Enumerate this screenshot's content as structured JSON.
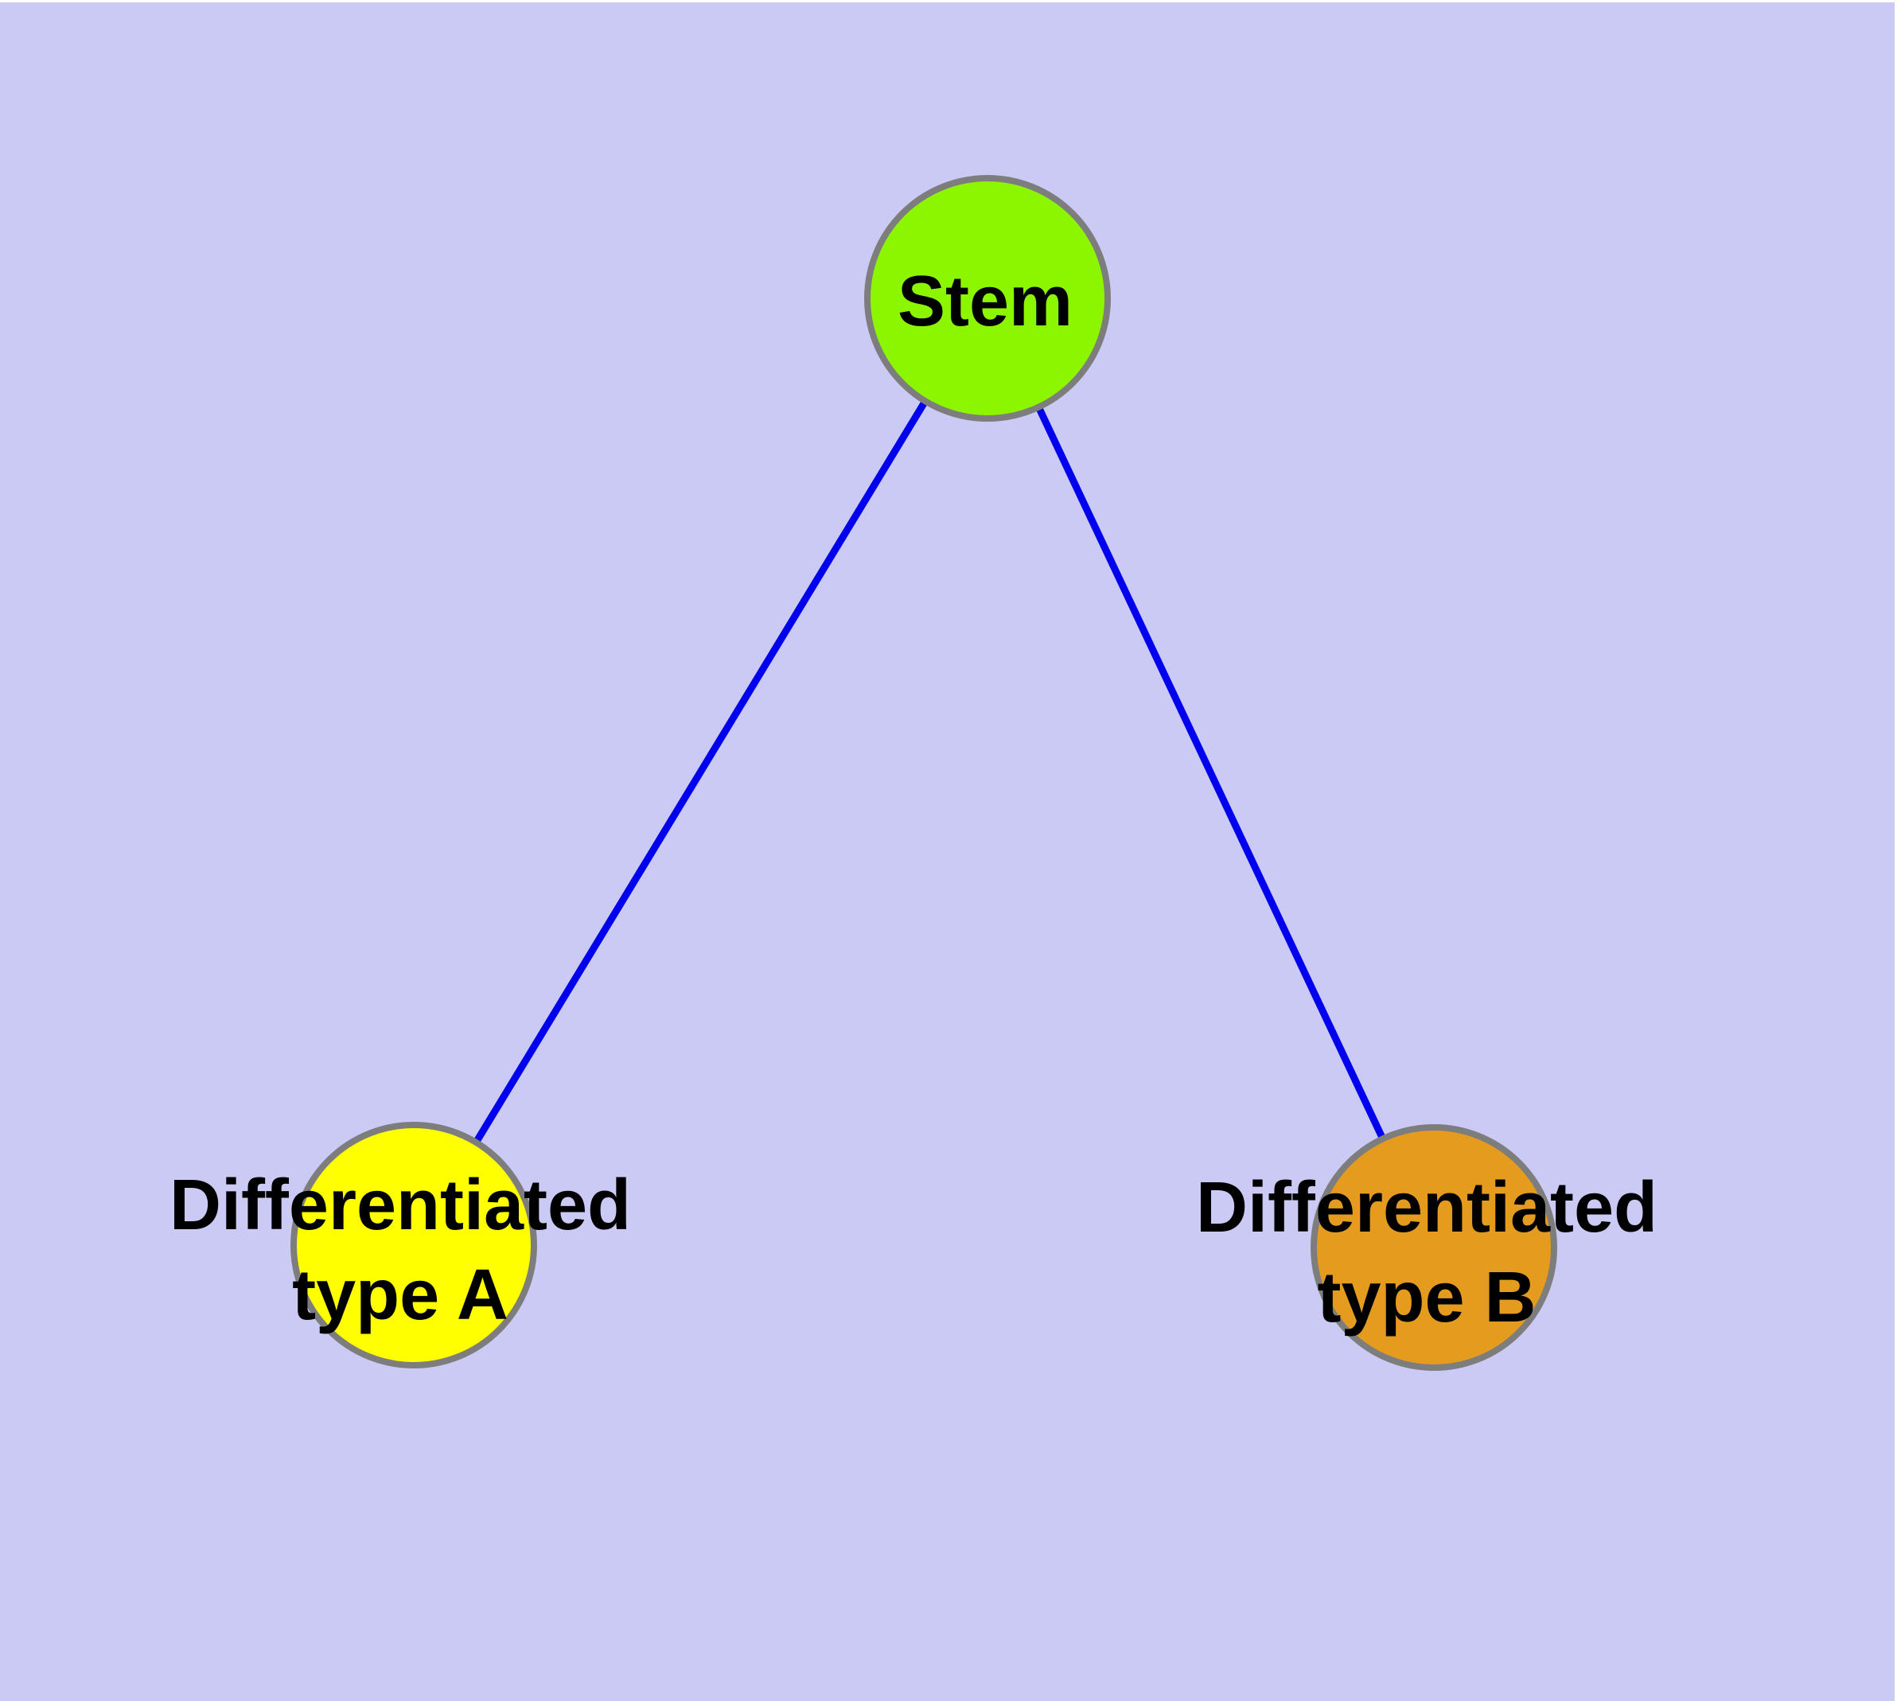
{
  "colors": {
    "page_margin": "#FFFFFF",
    "background": "#CACAF5",
    "edge": "#0000EE",
    "node_border": "#7D7D7D",
    "label_text": "#000000"
  },
  "nodes": [
    {
      "id": "stem",
      "label": "Stem",
      "fill": "#8CF500"
    },
    {
      "id": "differentiated-type-a",
      "label": "Differentiated type A",
      "label_lines": {
        "line1": "Differentiated",
        "line2": "type A"
      },
      "fill": "#FFFF00"
    },
    {
      "id": "differentiated-type-b",
      "label": "Differentiated type B",
      "label_lines": {
        "line1": "Differentiated",
        "line2": "type B"
      },
      "fill": "#E59C1E"
    }
  ],
  "edges": [
    {
      "from": "Stem",
      "to": "Differentiated type A"
    },
    {
      "from": "Stem",
      "to": "Differentiated type B"
    }
  ]
}
